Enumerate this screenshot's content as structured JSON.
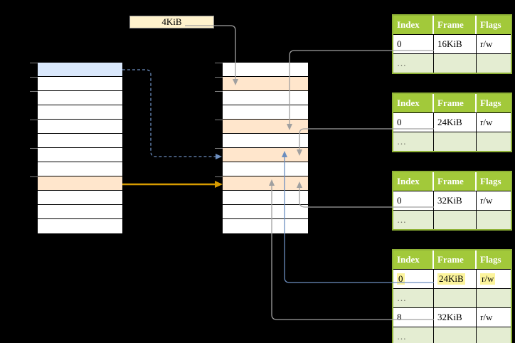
{
  "colors": {
    "background": "#000000",
    "peach": "#FFE6CC",
    "blue_row": "#DAE8FC",
    "cream": "#FFF2CC",
    "cream_border": "#8C8C8C",
    "header_green": "#A2C93A",
    "row_green": "#E4EDD2",
    "table_border_green": "#8FB236",
    "highlight_yellow": "#FCF49C",
    "arrow_gray": "#A0A0A0",
    "arrow_orange": "#D79B00",
    "arrow_blue": "#6C8EBF",
    "tick_gray": "#808080",
    "ellipsis_color": "#66665C"
  },
  "size_label": {
    "text": "4KiB"
  },
  "left_table": {
    "row_fills": [
      "blue",
      "white",
      "white",
      "white",
      "white",
      "white",
      "white",
      "white",
      "peach",
      "white",
      "white",
      "white"
    ]
  },
  "middle_table": {
    "row_fills": [
      "white",
      "peach",
      "white",
      "white",
      "peach",
      "white",
      "peach",
      "white",
      "peach",
      "white",
      "white",
      "white"
    ]
  },
  "ticks_y_offsets": [
    0,
    20,
    40,
    80,
    120,
    160
  ],
  "page_tables": [
    {
      "headers": [
        "Index",
        "Frame",
        "Flags"
      ],
      "rows": [
        {
          "cells": [
            "0",
            "16KiB",
            "r/w"
          ],
          "type": "data",
          "highlight": false
        },
        {
          "cells": [
            "…",
            "",
            ""
          ],
          "type": "ellipsis",
          "highlight": false
        }
      ]
    },
    {
      "headers": [
        "Index",
        "Frame",
        "Flags"
      ],
      "rows": [
        {
          "cells": [
            "0",
            "24KiB",
            "r/w"
          ],
          "type": "data",
          "highlight": false
        },
        {
          "cells": [
            "…",
            "",
            ""
          ],
          "type": "ellipsis",
          "highlight": false
        }
      ]
    },
    {
      "headers": [
        "Index",
        "Frame",
        "Flags"
      ],
      "rows": [
        {
          "cells": [
            "0",
            "32KiB",
            "r/w"
          ],
          "type": "data",
          "highlight": false
        },
        {
          "cells": [
            "…",
            "",
            ""
          ],
          "type": "ellipsis",
          "highlight": false
        }
      ]
    },
    {
      "headers": [
        "Index",
        "Frame",
        "Flags"
      ],
      "rows": [
        {
          "cells": [
            "0",
            "24KiB",
            "r/w"
          ],
          "type": "data",
          "highlight": true
        },
        {
          "cells": [
            "…",
            "",
            ""
          ],
          "type": "ellipsis",
          "highlight": false
        },
        {
          "cells": [
            "8",
            "32KiB",
            "r/w"
          ],
          "type": "data",
          "highlight": false
        },
        {
          "cells": [
            "…",
            "",
            ""
          ],
          "type": "ellipsis",
          "highlight": false
        }
      ]
    }
  ]
}
